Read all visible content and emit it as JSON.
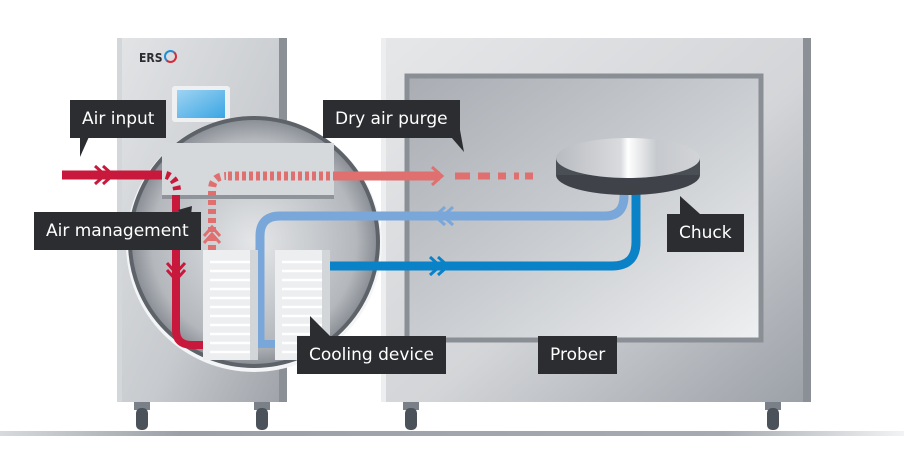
{
  "diagram": {
    "brand": "ERS",
    "labels": {
      "air_input": "Air input",
      "dry_air_purge": "Dry air purge",
      "air_management": "Air management",
      "chuck": "Chuck",
      "cooling_device": "Cooling device",
      "prober": "Prober"
    },
    "colors": {
      "air_red": "#c8193c",
      "purge_red": "#e07070",
      "return_blue_light": "#7aa7da",
      "supply_blue": "#0a82c8",
      "label_bg": "#2b2d30",
      "cabinet_gray": "#c9ccd0"
    }
  }
}
